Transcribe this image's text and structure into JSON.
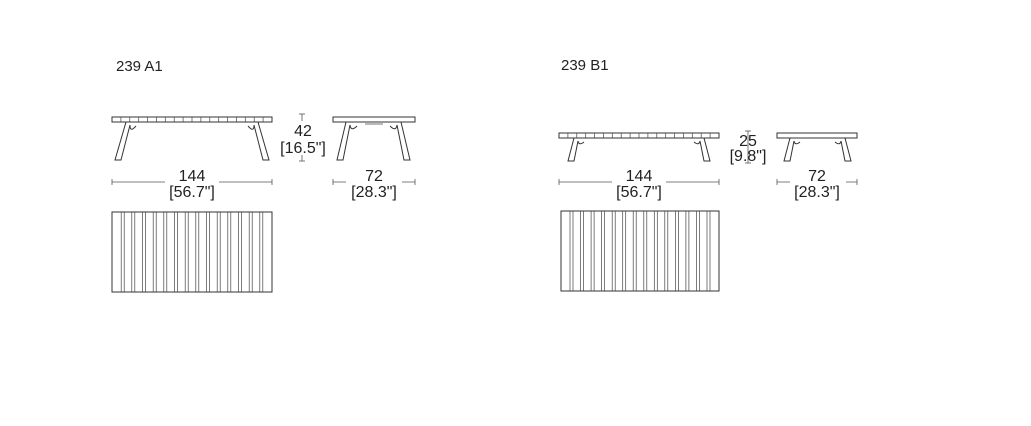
{
  "models": [
    {
      "id": "a1",
      "label": "239 A1",
      "height": {
        "value": "42",
        "imperial": "[16.5\"]"
      },
      "length": {
        "value": "144",
        "imperial": "[56.7\"]"
      },
      "depth": {
        "value": "72",
        "imperial": "[28.3\"]"
      },
      "top_slats": 18,
      "plan_slats": 15
    },
    {
      "id": "b1",
      "label": "239 B1",
      "height": {
        "value": "25",
        "imperial": "[9.8\"]"
      },
      "length": {
        "value": "144",
        "imperial": "[56.7\"]"
      },
      "depth": {
        "value": "72",
        "imperial": "[28.3\"]"
      },
      "top_slats": 18,
      "plan_slats": 15
    }
  ]
}
